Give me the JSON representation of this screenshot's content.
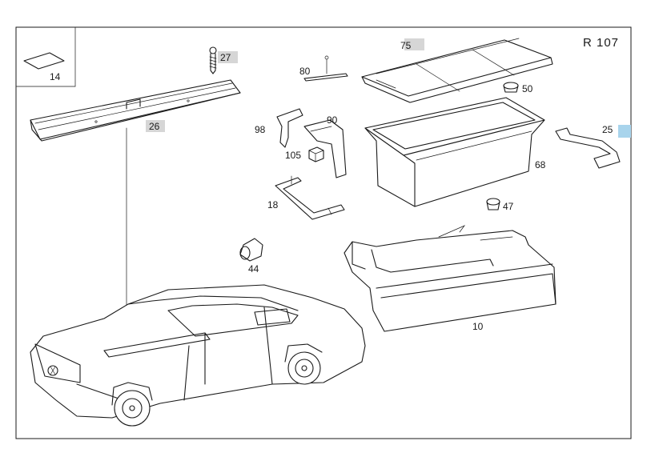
{
  "diagram": {
    "reference": "R 107",
    "highlight_colors": {
      "grey_tag": "#d6d6d6",
      "blue_tag": "#a8d4ec"
    },
    "parts": {
      "p14": "14",
      "p27": "27",
      "p26": "26",
      "p80": "80",
      "p75": "75",
      "p50": "50",
      "p98": "98",
      "p90": "90",
      "p105": "105",
      "p18": "18",
      "p25": "25",
      "p68": "68",
      "p47": "47",
      "p44": "44",
      "p10": "10"
    }
  }
}
